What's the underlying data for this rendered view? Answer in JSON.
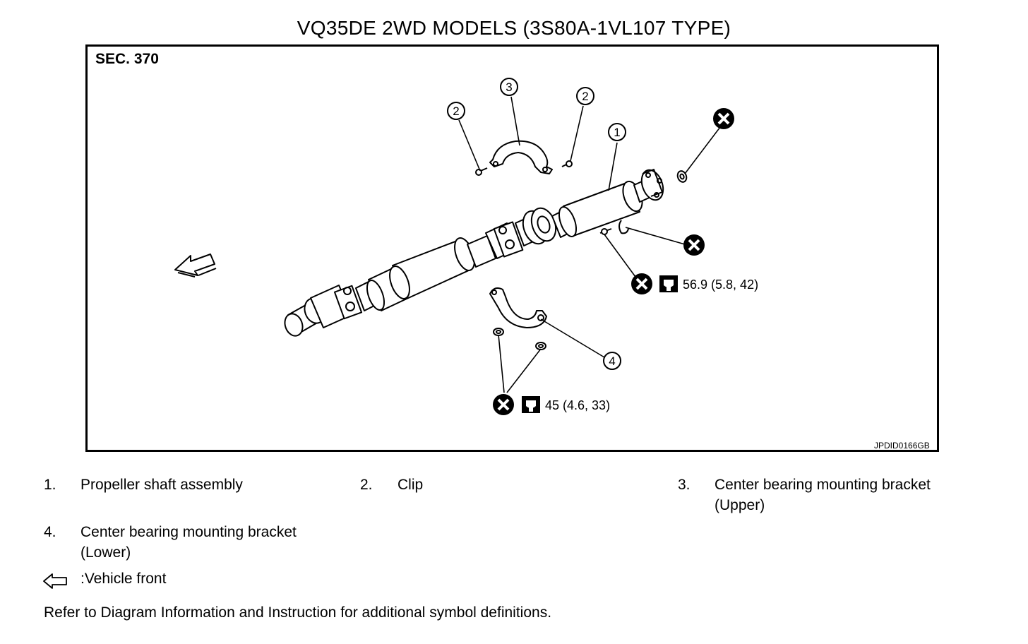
{
  "title": "VQ35DE 2WD MODELS (3S80A-1VL107 TYPE)",
  "section": "SEC. 370",
  "figure_code": "JPDID0166GB",
  "callouts": [
    "1",
    "2",
    "3",
    "2",
    "4"
  ],
  "torque": [
    {
      "value": "56.9 (5.8, 42)"
    },
    {
      "value": "45 (4.6, 33)"
    }
  ],
  "legend": [
    {
      "num": "1.",
      "text": "Propeller shaft assembly"
    },
    {
      "num": "2.",
      "text": "Clip"
    },
    {
      "num": "3.",
      "text": "Center bearing mounting bracket (Upper)"
    },
    {
      "num": "4.",
      "text": "Center bearing mounting bracket (Lower)"
    }
  ],
  "front_legend": ":Vehicle front",
  "note": "Refer to Diagram Information and Instruction for additional symbol definitions.",
  "icons": [
    "do-not-reuse-icon",
    "torque-wrench-icon",
    "vehicle-front-arrow-icon"
  ]
}
